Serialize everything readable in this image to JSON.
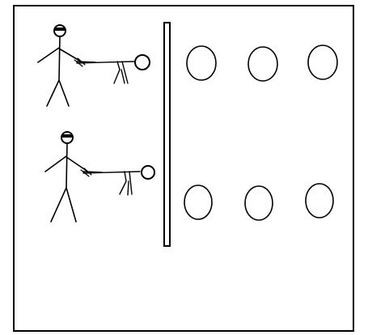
{
  "colors": {
    "background": "#ffffff",
    "stroke": "#000000",
    "divider_fill": "#ffffff"
  },
  "diagram": {
    "frame": "rectangle-border",
    "divider": "vertical-bar",
    "row_count": 2,
    "figure_pairs_per_row": 1,
    "circles_per_row": 3
  }
}
